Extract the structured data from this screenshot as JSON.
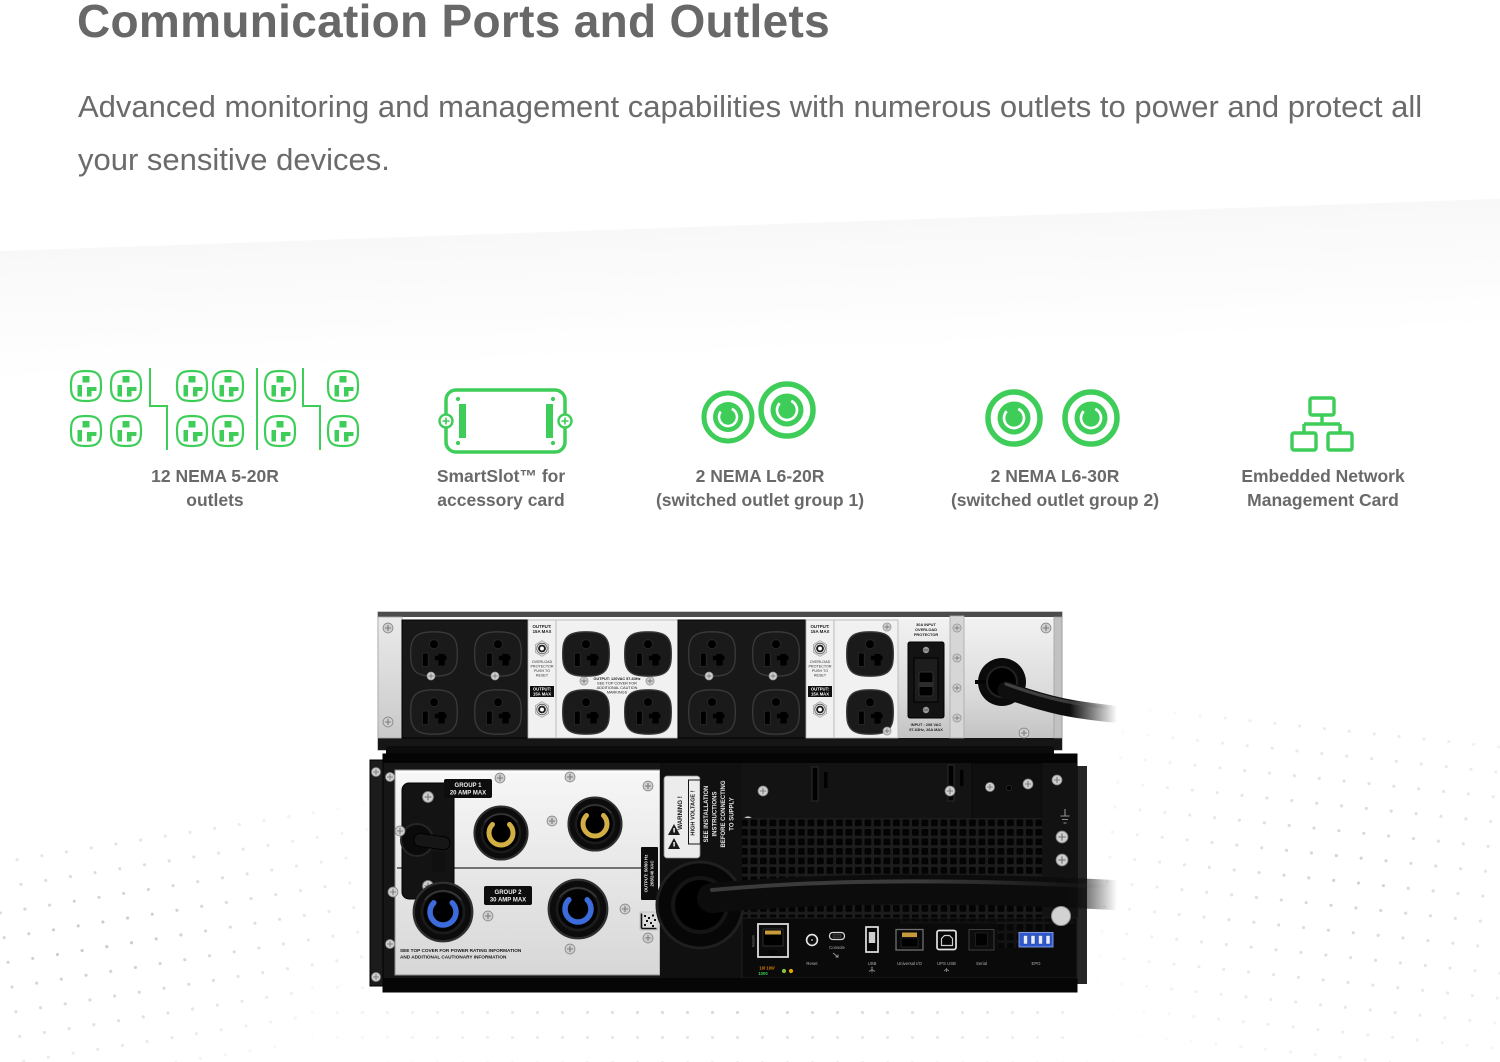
{
  "colors": {
    "accent_green": "#3dcd58",
    "heading_gray": "#686868",
    "epo_blue": "#2e59cf"
  },
  "header": {
    "title": "Communication Ports and Outlets",
    "subtitle": "Advanced monitoring and management capabilities with numerous outlets to power and protect all your sensitive devices."
  },
  "features": [
    {
      "icon": "outlet-grid-icon",
      "line1": "12 NEMA 5-20R",
      "line2": "outlets"
    },
    {
      "icon": "smartslot-icon",
      "line1": "SmartSlot™ for",
      "line2": "accessory card"
    },
    {
      "icon": "locking-outlet-pair-icon",
      "line1": "2 NEMA L6-20R",
      "line2": "(switched outlet group 1)"
    },
    {
      "icon": "locking-outlet-pair-icon",
      "line1": "2 NEMA L6-30R",
      "line2": "(switched outlet group 2)"
    },
    {
      "icon": "network-card-icon",
      "line1": "Embedded Network",
      "line2": "Management Card"
    }
  ],
  "rear_view": {
    "outlet_unit": {
      "output_label_line1": "OUTPUT:",
      "output_label_line2": "15A MAX",
      "overload_lines": [
        "OVERLOAD",
        "PROTECTOR",
        "PUSH TO",
        "RESET"
      ],
      "center_note_lines": [
        "OUTPUT: 120VAC 57-63Hz",
        "SEE TOP COVER FOR",
        "ADDITIONAL CAUTION",
        "MARKINGS"
      ],
      "input_breaker_lines": [
        "30A INPUT",
        "OVERLOAD",
        "PROTECTOR"
      ],
      "input_rating_line1": "INPUT : 208 VAC",
      "input_rating_line2": "57-63Hz, 26A MAX"
    },
    "ups_unit": {
      "group1_line1": "GROUP 1",
      "group1_line2": "20 AMP MAX",
      "group2_line1": "GROUP 2",
      "group2_line2": "30 AMP MAX",
      "output_rating_line1": "OUTPUT: 50/60 Hz",
      "output_rating_line2": "208/240 VAC",
      "warning_word1": "WARNING !",
      "warning_word2": "HIGH VOLTAGE !",
      "install_lines": [
        "SEE INSTALLATION",
        "INSTRUCTIONS",
        "BEFORE CONNECTING",
        "TO SUPPLY"
      ],
      "cover_note_line1": "SEE TOP COVER FOR POWER RATING INFORMATION",
      "cover_note_line2": "AND ADDITIONAL CAUTIONARY INFORMATION",
      "ports": {
        "network": "Network",
        "speed_line1": "10/ 100/",
        "speed_line2": "1000",
        "reset": "Reset",
        "console": "Console",
        "usb": "USB",
        "universal_io": "Universal I/O",
        "ups_usb": "UPS USB",
        "serial": "Serial",
        "epo": "EPO"
      }
    }
  }
}
